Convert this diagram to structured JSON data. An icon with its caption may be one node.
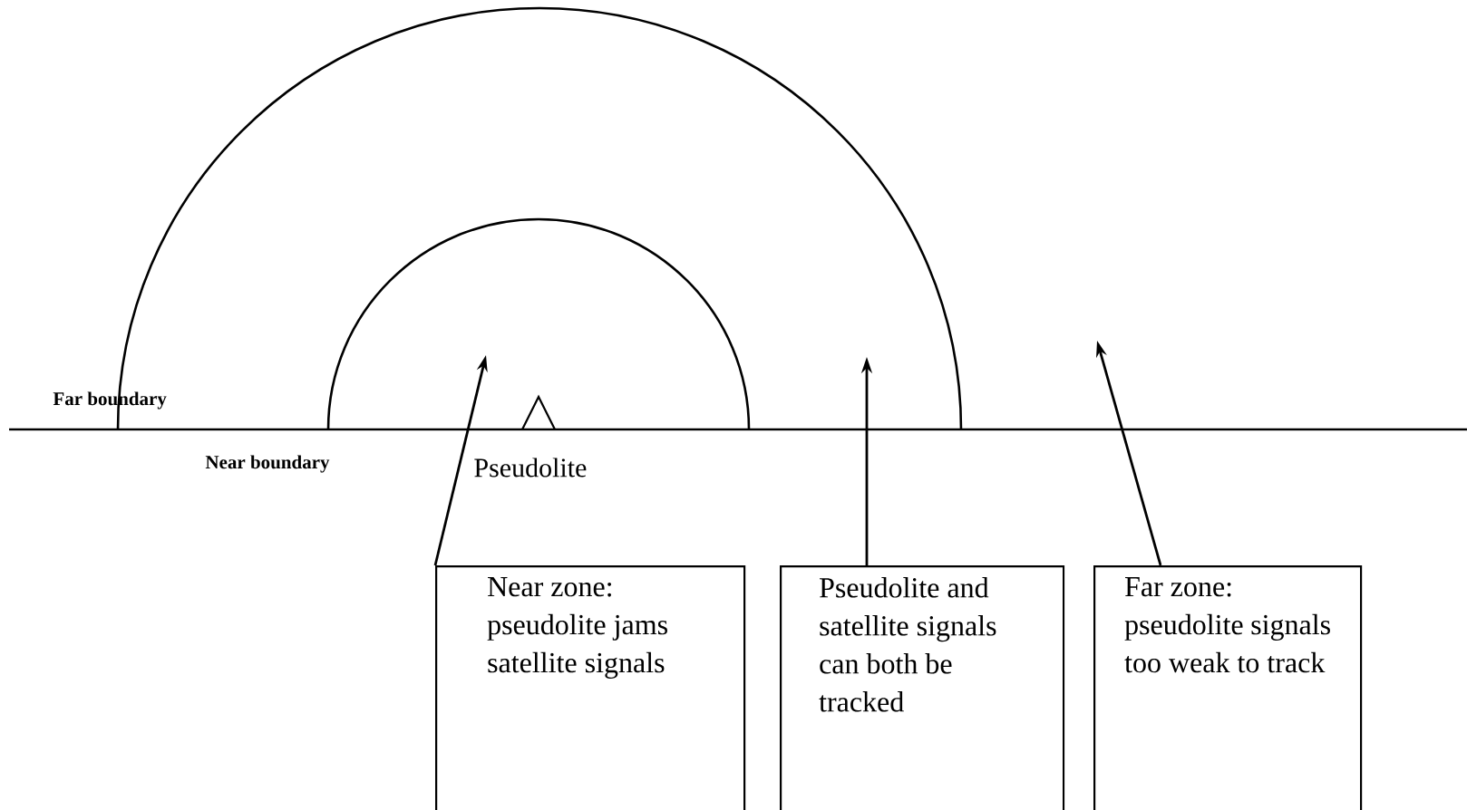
{
  "diagram": {
    "nodes": [
      {
        "text": [
          "Near zone: pseudolite jams satellite signals"
        ]
      },
      {
        "text": [
          "Pseudolite and satellite signals can both be tracked"
        ]
      },
      {
        "text": [
          "Far zone: pseudolite signals too weak to track"
        ]
      }
    ],
    "edges": [
      {
        "from": 0,
        "to": null,
        "arrow": "to"
      },
      {
        "from": 1,
        "to": null,
        "arrow": "to"
      },
      {
        "from": 2,
        "to": null,
        "arrow": "to"
      }
    ],
    "labels": [
      "Far boundary",
      "Near boundary",
      "Pseudolite"
    ]
  }
}
